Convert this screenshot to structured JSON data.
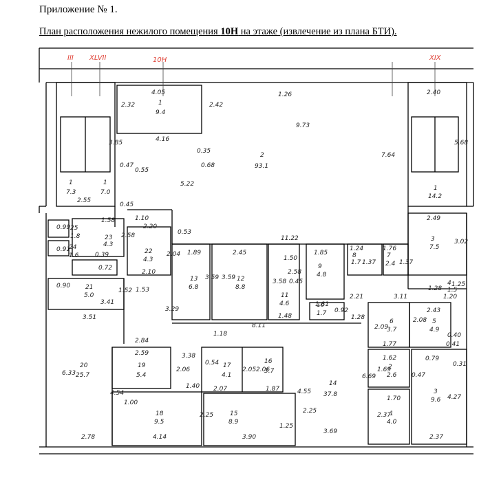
{
  "header": {
    "line1": "Приложение № 1.",
    "line2_pre": "План расположения нежилого помещения ",
    "line2_bold": "10Н",
    "line2_post": " на этаже (извлечение из плана БТИ)."
  },
  "colors": {
    "wall": "#000000",
    "axis": "#e0453a",
    "label": "#222222"
  },
  "axes": [
    "III",
    "XLVII",
    "10Н",
    "XIX"
  ],
  "rooms": [
    {
      "num": "1",
      "area": "9.4"
    },
    {
      "num": "2",
      "area": "93.1"
    },
    {
      "num": "1",
      "area": "7.3"
    },
    {
      "num": "1",
      "area": "7.0"
    },
    {
      "num": "1",
      "area": "14.2"
    },
    {
      "num": "25",
      "area": "1.8"
    },
    {
      "num": "24",
      "area": "1.6"
    },
    {
      "num": "23",
      "area": "4.3"
    },
    {
      "num": "22",
      "area": "4.3"
    },
    {
      "num": "21",
      "area": "5.0"
    },
    {
      "num": "20",
      "area": "25.7"
    },
    {
      "num": "19",
      "area": "5.4"
    },
    {
      "num": "18",
      "area": "9.5"
    },
    {
      "num": "17",
      "area": "4.1"
    },
    {
      "num": "16",
      "area": "3.7"
    },
    {
      "num": "15",
      "area": "8.9"
    },
    {
      "num": "14",
      "area": "37.8"
    },
    {
      "num": "13",
      "area": "6.8"
    },
    {
      "num": "12",
      "area": "8.8"
    },
    {
      "num": "11",
      "area": "4.6"
    },
    {
      "num": "10",
      "area": "1.7"
    },
    {
      "num": "9",
      "area": "4.8"
    },
    {
      "num": "8",
      "area": "1.7"
    },
    {
      "num": "7",
      "area": "2.4"
    },
    {
      "num": "6",
      "area": "3.7"
    },
    {
      "num": "5",
      "area": "4.9"
    },
    {
      "num": "4",
      "area": "1.5"
    },
    {
      "num": "3",
      "area": "7.5"
    },
    {
      "num": "3",
      "area": "9.6"
    },
    {
      "num": "2",
      "area": "2.6"
    },
    {
      "num": "1",
      "area": "4.0"
    }
  ],
  "dims": [
    "4.05",
    "2.32",
    "2.42",
    "1.26",
    "9.73",
    "2.40",
    "4.16",
    "0.35",
    "0.68",
    "0.47",
    "0.55",
    "5.22",
    "7.64",
    "5.68",
    "3.85",
    "2.55",
    "0.45",
    "1.58",
    "1.10",
    "2.20",
    "0.53",
    "2.58",
    "11.22",
    "2.49",
    "3.02",
    "0.99",
    "0.91",
    "0.39",
    "0.72",
    "2.04",
    "2.10",
    "1.89",
    "3.59",
    "2.45",
    "3.59",
    "1.50",
    "1.85",
    "1.24",
    "1.76",
    "1.37",
    "1.37",
    "2.58",
    "0.45",
    "3.58",
    "0.90",
    "1.52",
    "3.41",
    "1.53",
    "3.29",
    "1.48",
    "0.92",
    "1.81",
    "2.21",
    "1.28",
    "3.11",
    "1.28",
    "1.25",
    "1.20",
    "2.43",
    "3.51",
    "8.11",
    "1.18",
    "2.84",
    "3.38",
    "2.09",
    "2.08",
    "0.40",
    "1.77",
    "0.41",
    "2.59",
    "2.06",
    "0.54",
    "2.05",
    "2.06",
    "6.69",
    "1.62",
    "0.79",
    "0.47",
    "0.31",
    "6.33",
    "1.40",
    "2.07",
    "1.87",
    "1.69",
    "4.55",
    "4.54",
    "1.00",
    "2.25",
    "2.25",
    "1.70",
    "4.27",
    "2.37",
    "1.25",
    "2.78",
    "4.14",
    "3.90",
    "3.69",
    "2.37"
  ]
}
